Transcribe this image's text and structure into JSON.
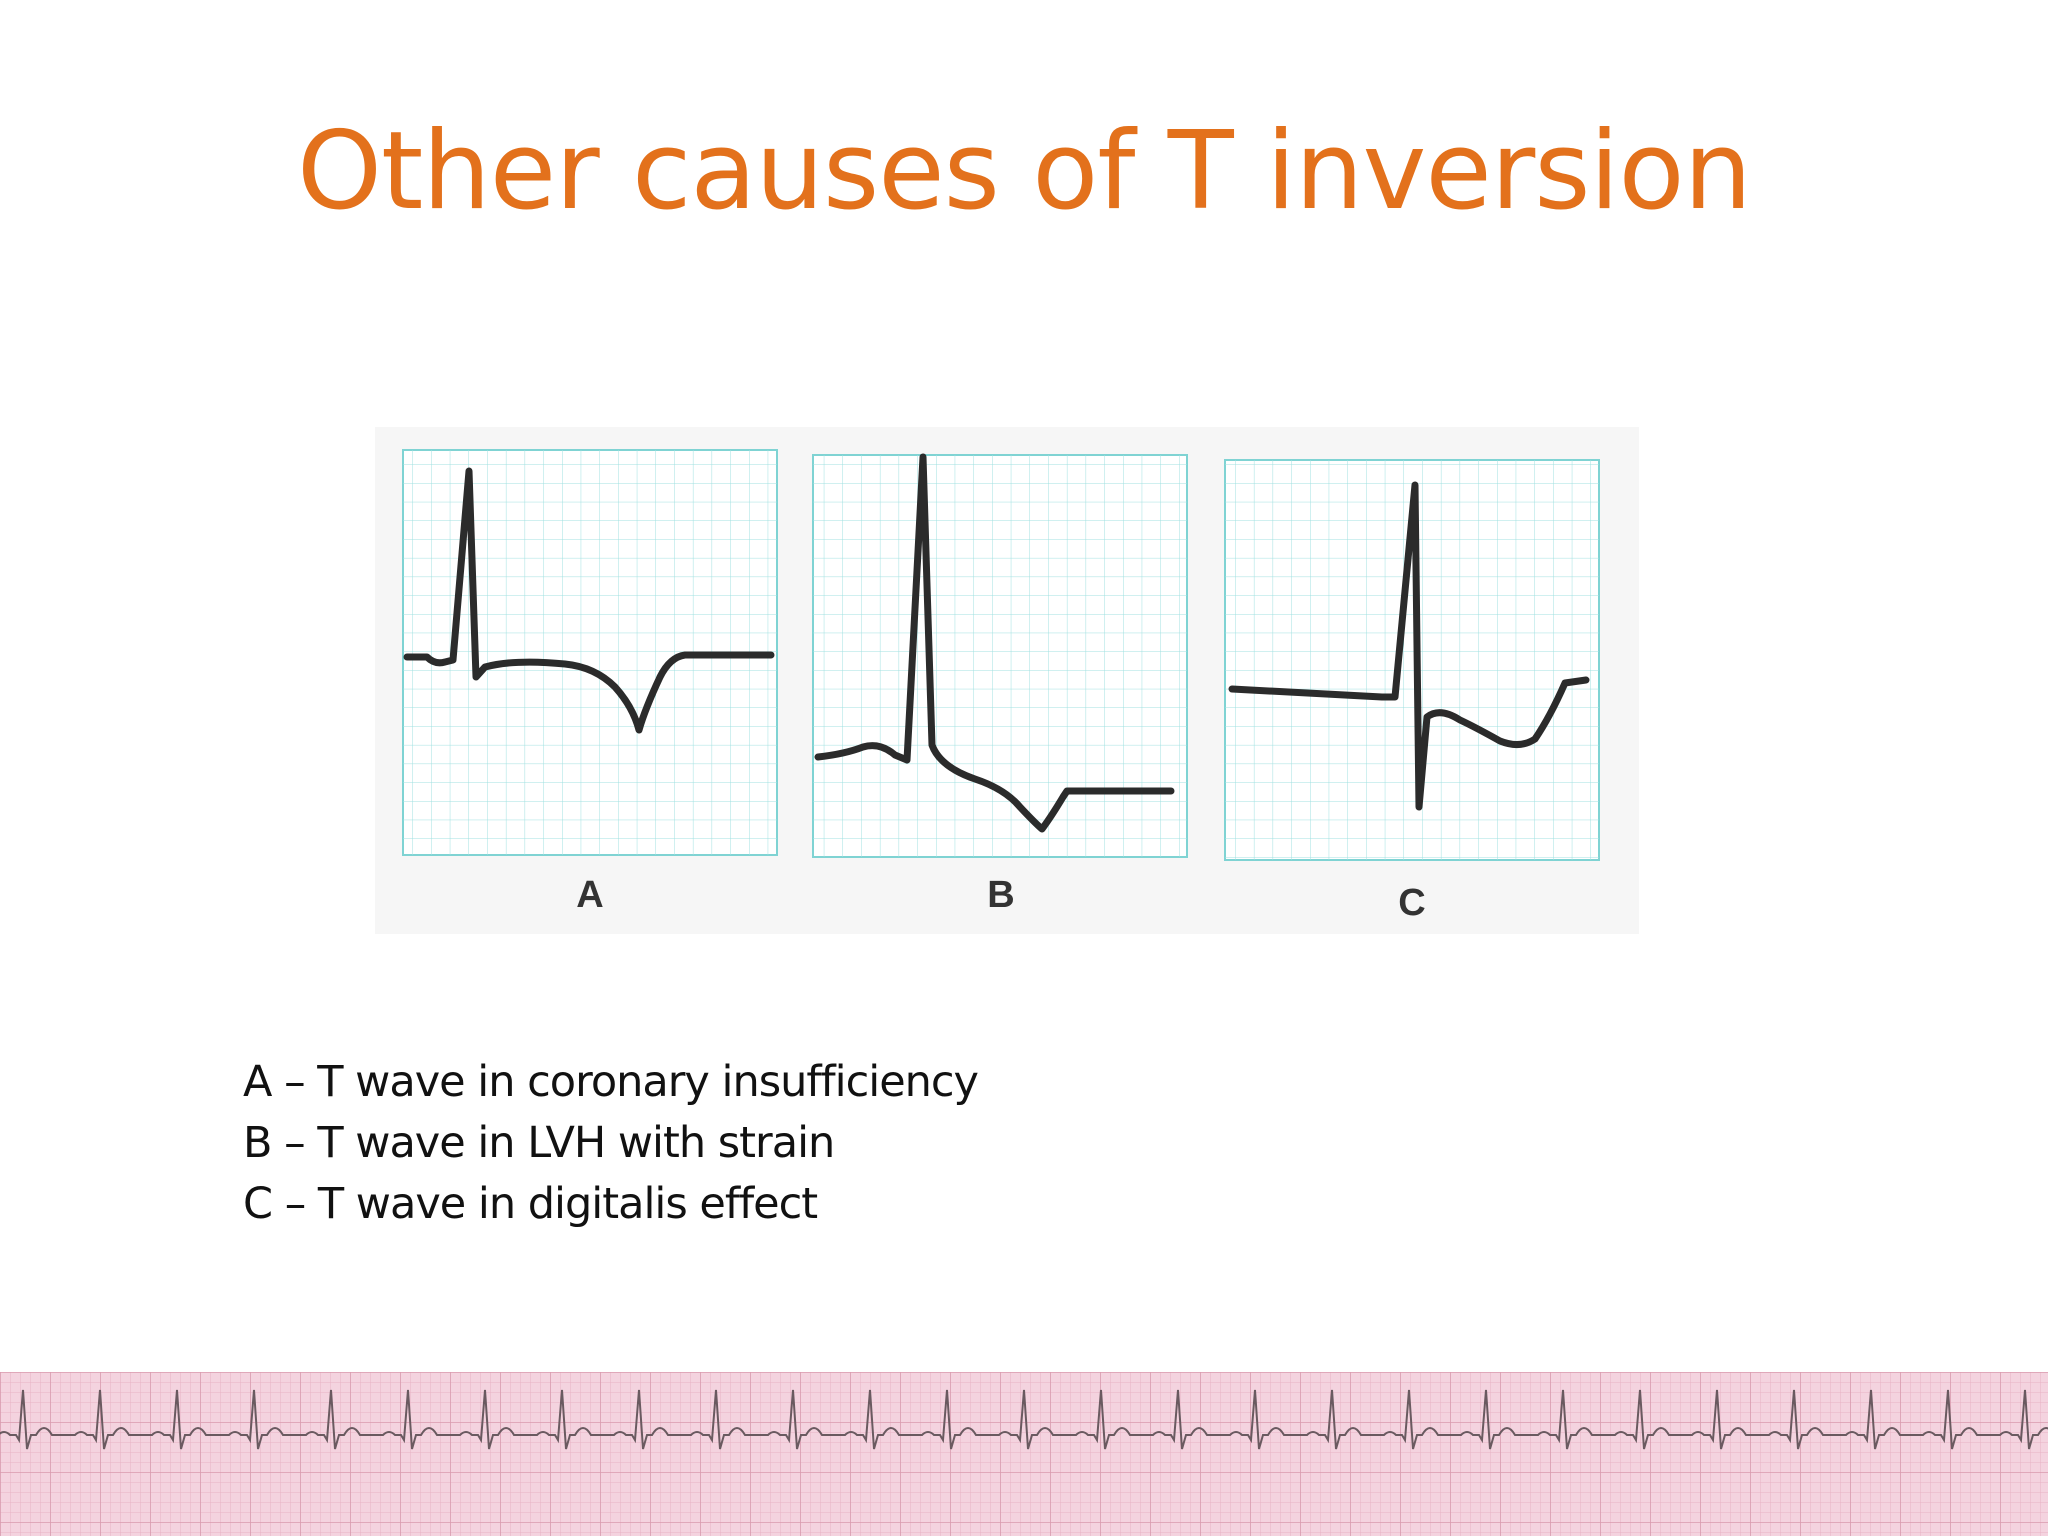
{
  "slide": {
    "title": "Other causes of T inversion"
  },
  "figure": {
    "panels": [
      {
        "label": "A",
        "wave_name": "coronary-insufficiency"
      },
      {
        "label": "B",
        "wave_name": "lvh-with-strain"
      },
      {
        "label": "C",
        "wave_name": "digitalis-effect"
      }
    ]
  },
  "captions": [
    "A – T wave in coronary insufficiency",
    "B – T wave in LVH with strain",
    "C – T wave in digitalis effect"
  ],
  "colors": {
    "title": "#e3711c",
    "grid": "#7fd3d3",
    "trace": "#2b2b2b",
    "strip_bg": "#f4d3df",
    "strip_grid": "#d99aae",
    "strip_trace": "#6a5a60"
  }
}
